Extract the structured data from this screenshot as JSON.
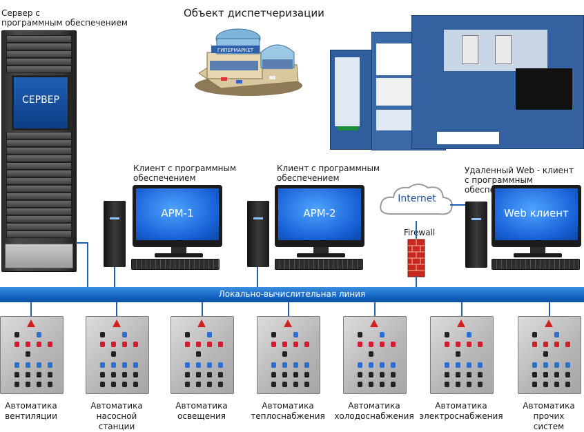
{
  "title": "Объект диспетчеризации",
  "server": {
    "label_line1": "Сервер с",
    "label_line2": "программным обеспечением",
    "screen_label": "СЕРВЕР"
  },
  "building_sign": "ГИПЕРМАРКЕТ",
  "clients": [
    {
      "label_line1": "Клиент с программным",
      "label_line2": "обеспечением",
      "screen": "АРМ-1"
    },
    {
      "label_line1": "Клиент с программным",
      "label_line2": "обеспечением",
      "screen": "АРМ-2"
    },
    {
      "label_line1": "Удаленный Web - клиент",
      "label_line2": "с программным обеспечением",
      "screen": "Web клиент"
    }
  ],
  "internet": "Internet",
  "firewall": "Firewall",
  "network_line": "Локально-вычислительная линия",
  "cabinets": [
    {
      "line1": "Автоматика",
      "line2": "вентиляции",
      "line3": ""
    },
    {
      "line1": "Автоматика",
      "line2": "насосной",
      "line3": "станции"
    },
    {
      "line1": "Автоматика",
      "line2": "освещения",
      "line3": ""
    },
    {
      "line1": "Автоматика",
      "line2": "теплоснабжения",
      "line3": ""
    },
    {
      "line1": "Автоматика",
      "line2": "холодоснабжения",
      "line3": ""
    },
    {
      "line1": "Автоматика",
      "line2": "электроснабжения",
      "line3": ""
    },
    {
      "line1": "Автоматика",
      "line2": "прочих",
      "line3": "систем"
    }
  ],
  "colors": {
    "network": "#1566c6",
    "screen": "#1760d6",
    "alarm": "#d11c2c",
    "firewall": "#c8281e"
  }
}
